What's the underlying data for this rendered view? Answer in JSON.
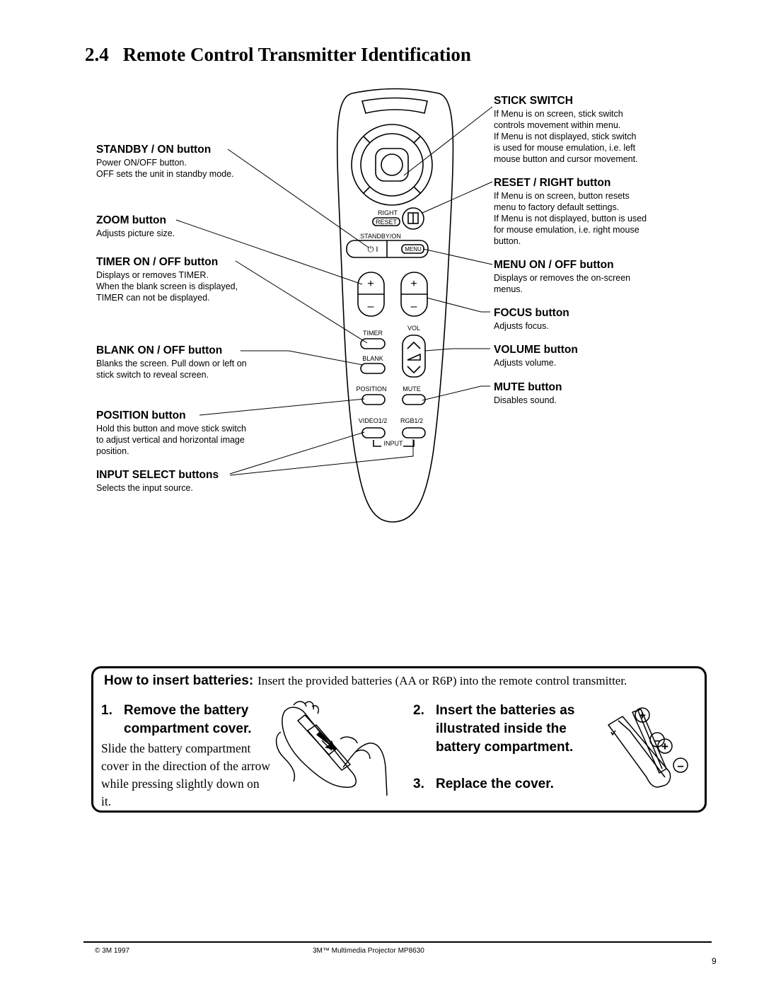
{
  "heading": {
    "number": "2.4",
    "text": "Remote Control Transmitter Identification"
  },
  "remote": {
    "right_label": "RIGHT",
    "reset_label": "RESET",
    "standby_label": "STANDBY/ON",
    "power_symbol": "⏻ I",
    "menu_label": "MENU",
    "plus": "+",
    "minus": "–",
    "timer_label": "TIMER",
    "vol_label": "VOL",
    "blank_label": "BLANK",
    "position_label": "POSITION",
    "mute_label": "MUTE",
    "video_label": "VIDEO1/2",
    "rgb_label": "RGB1/2",
    "input_label": "INPUT"
  },
  "callouts_left": [
    {
      "title": "STANDBY / ON button",
      "desc": "Power ON/OFF button.\nOFF sets the unit in standby mode."
    },
    {
      "title": "ZOOM button",
      "desc": "Adjusts picture size."
    },
    {
      "title": "TIMER ON / OFF button",
      "desc": "Displays or removes TIMER.\nWhen the blank screen is displayed,\nTIMER can not be displayed."
    },
    {
      "title": "BLANK ON / OFF button",
      "desc": "Blanks the screen.  Pull down or left on\nstick switch to reveal screen."
    },
    {
      "title": "POSITION button",
      "desc": "Hold this button and move stick switch\nto adjust vertical and horizontal image\nposition."
    },
    {
      "title": "INPUT SELECT buttons",
      "desc": "Selects the input source."
    }
  ],
  "callouts_right": [
    {
      "title": "STICK SWITCH",
      "desc": "If Menu is on screen, stick switch\ncontrols movement within menu.\nIf Menu is not displayed, stick switch\nis used for mouse emulation, i.e. left\nmouse button and cursor movement."
    },
    {
      "title": "RESET / RIGHT button",
      "desc": "If Menu is on screen, button resets\nmenu to factory default settings.\nIf Menu is not displayed, button is used\nfor mouse emulation, i.e. right mouse\nbutton."
    },
    {
      "title": "MENU ON / OFF button",
      "desc": "Displays or removes the on-screen\nmenus."
    },
    {
      "title": "FOCUS button",
      "desc": "Adjusts focus."
    },
    {
      "title": "VOLUME button",
      "desc": "Adjusts volume."
    },
    {
      "title": "MUTE button",
      "desc": "Disables sound."
    }
  ],
  "batteries": {
    "label": "How to insert batteries:",
    "intro": "Insert the provided batteries (AA or R6P) into the remote control transmitter.",
    "step1": {
      "num": "1.",
      "line1": "Remove the battery",
      "line2": "compartment cover.",
      "desc": "Slide the battery compartment cover in the direction of the arrow while pressing slightly down on it."
    },
    "step2": {
      "num": "2.",
      "line1": "Insert the batteries as",
      "line2": "illustrated inside the",
      "line3": "battery compartment."
    },
    "step3": {
      "num": "3.",
      "line1": "Replace the cover."
    },
    "plus_symbol": "+",
    "minus_symbol": "–"
  },
  "footer": {
    "left": "© 3M 1997",
    "center": "3M™ Multimedia Projector MP8630",
    "page": "9"
  }
}
